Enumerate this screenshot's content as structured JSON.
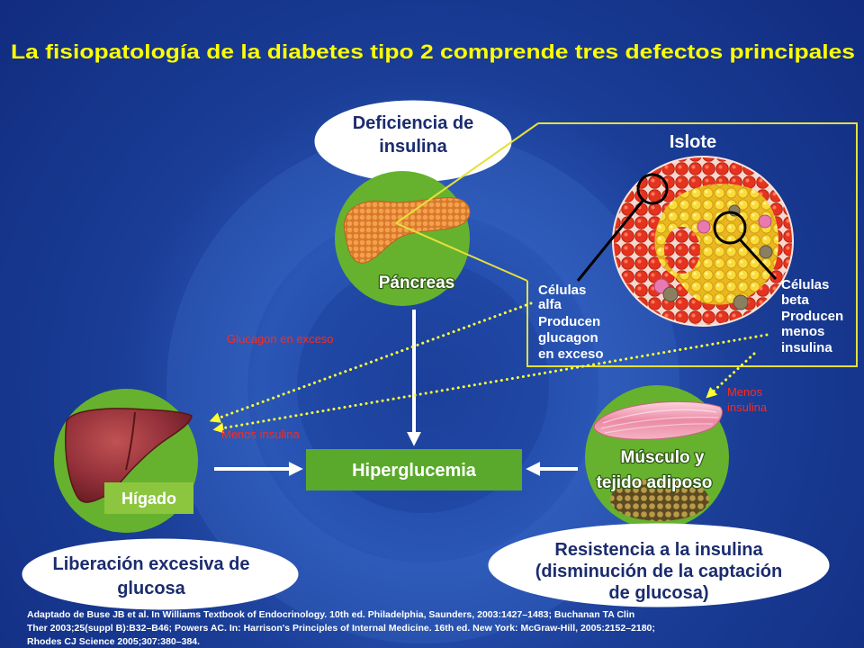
{
  "colors": {
    "background": "#1a3d96",
    "title": "#ffff00",
    "organ_circle": "#66b22e",
    "hyperglycemia_box": "#5aa92c",
    "liver_tag": "#8cc63f",
    "oval_text": "#1b2c6e",
    "signal_text": "#ff2a1a",
    "dotted_pointer": "#ffff33",
    "islet_frame": "#e6e03a"
  },
  "title": "La fisiopatología de la diabetes tipo 2 comprende tres defectos principales",
  "defects": {
    "insulin_deficiency": [
      "Deficiencia de",
      "insulina"
    ],
    "excess_glucose_release": [
      "Liberación excesiva de",
      "glucosa"
    ],
    "insulin_resistance": [
      "Resistencia a la insulina",
      "(disminución de la captación",
      "de glucosa)"
    ]
  },
  "organs": {
    "pancreas": "Páncreas",
    "liver": "Hígado",
    "muscle_fat": [
      "Músculo y",
      "tejido adiposo"
    ]
  },
  "outcome": "Hiperglucemia",
  "islet": {
    "title": "Islote",
    "alpha": [
      "Células",
      "alfa",
      "Producen",
      "glucagon",
      "en exceso"
    ],
    "beta": [
      "Células",
      "beta",
      "Producen",
      "menos",
      "insulina"
    ]
  },
  "signals": {
    "glucagon_excess": "Glucagon en exceso",
    "less_insulin_liver": "Menos insulina",
    "less_insulin_muscle": [
      "Menos",
      "insulina"
    ]
  },
  "reference_lines": [
    "Adaptado de Buse JB et al. In Williams Textbook of Endocrinology. 10th ed. Philadelphia, Saunders, 2003:1427–1483; Buchanan TA Clin",
    "Ther 2003;25(suppl B):B32–B46; Powers AC. In: Harrison's Principles of Internal Medicine. 16th ed. New York: McGraw-Hill, 2005:2152–2180;",
    "Rhodes CJ Science 2005;307:380–384."
  ]
}
